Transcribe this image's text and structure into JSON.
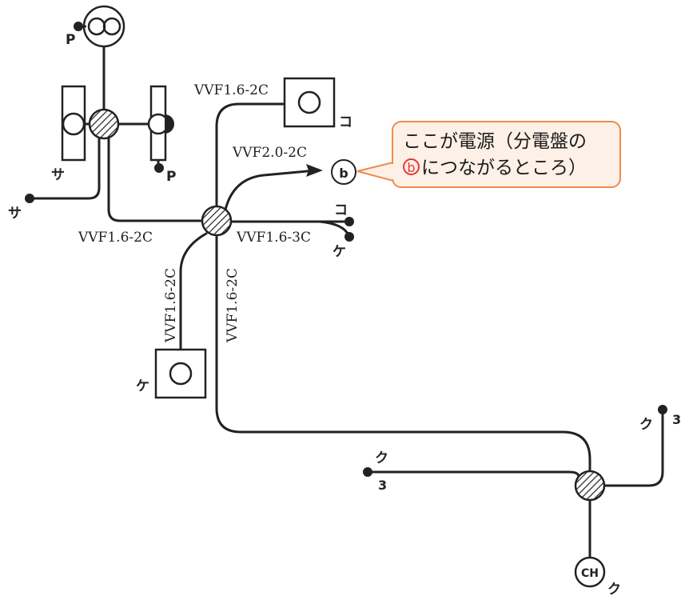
{
  "diagram": {
    "cable_labels": {
      "top_vertical": "VVF1.6-2C",
      "to_power": "VVF2.0-2C",
      "left_horizontal": "VVF1.6-2C",
      "right_horizontal": "VVF1.6-3C",
      "down_left": "VVF1.6-2C",
      "down_right": "VVF1.6-2C"
    },
    "symbols": {
      "p_top": "P",
      "p_right": "P",
      "sa_fixture": "サ",
      "sa_switch": "サ",
      "ko_top": "コ",
      "ko_right": "コ",
      "ke_right": "ケ",
      "ke_left": "ケ",
      "ku_right": "ク",
      "ku_right_num": "3",
      "ku_left": "ク",
      "ku_left_num": "3",
      "ch": "CH",
      "ku_ch": "ク",
      "power_b": "b"
    },
    "callout": {
      "line1": "ここが電源（分電盤の",
      "circle_b": "b",
      "line2": "につながるところ）",
      "border_color": "#f08a4b",
      "accent_color": "#e53935"
    }
  }
}
